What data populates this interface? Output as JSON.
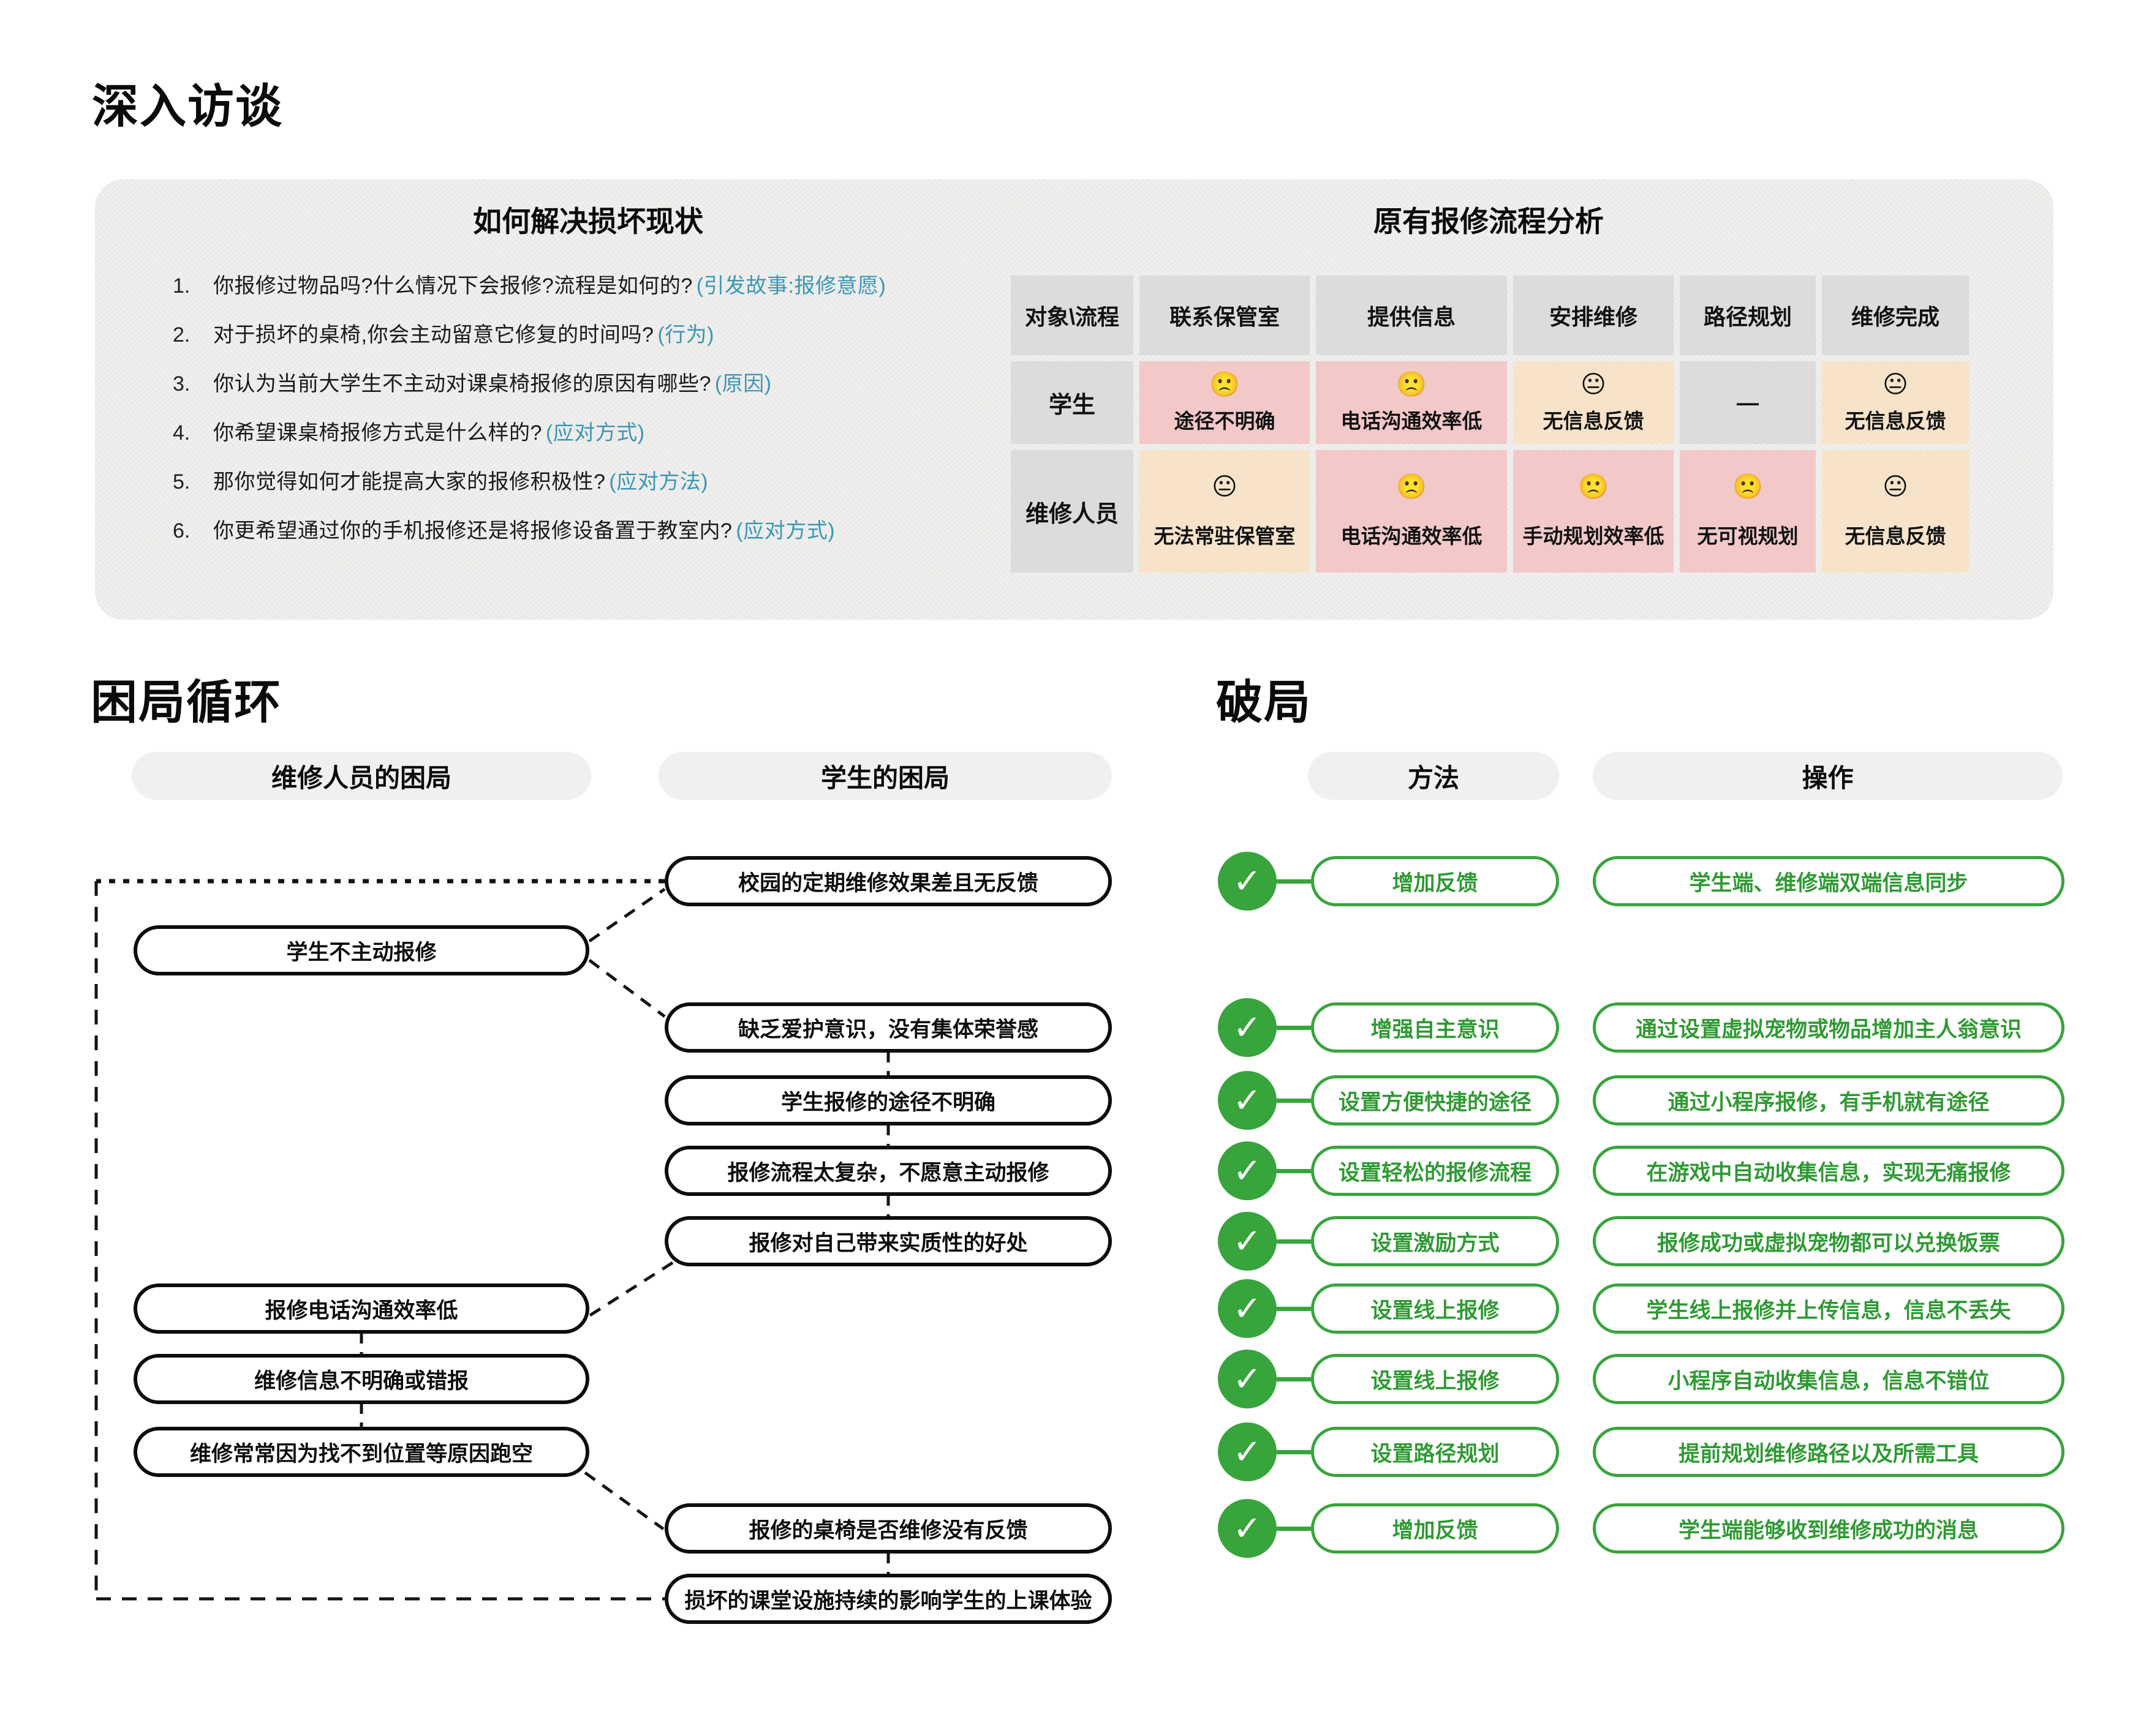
{
  "titles": {
    "interview": "深入访谈",
    "dilemma": "困局循环",
    "solution": "破局"
  },
  "interview": {
    "title": "如何解决损坏现状",
    "questions": [
      {
        "num": "1.",
        "text": "你报修过物品吗?什么情况下会报修?流程是如何的?",
        "tag": "(引发故事:报修意愿)"
      },
      {
        "num": "2.",
        "text": "对于损坏的桌椅,你会主动留意它修复的时间吗?",
        "tag": "(行为)"
      },
      {
        "num": "3.",
        "text": "你认为当前大学生不主动对课桌椅报修的原因有哪些?",
        "tag": "(原因)"
      },
      {
        "num": "4.",
        "text": "你希望课桌椅报修方式是什么样的?",
        "tag": "(应对方式)"
      },
      {
        "num": "5.",
        "text": "那你觉得如何才能提高大家的报修积极性?",
        "tag": "(应对方法)"
      },
      {
        "num": "6.",
        "text": "你更希望通过你的手机报修还是将报修设备置于教室内?",
        "tag": "(应对方式)"
      }
    ]
  },
  "process_table": {
    "title": "原有报修流程分析",
    "headers": [
      "对象\\流程",
      "联系保管室",
      "提供信息",
      "安排维修",
      "路径规划",
      "维修完成"
    ],
    "rows": [
      {
        "label": "学生",
        "cells": [
          {
            "emoji": "🙁",
            "text": "途径不明确",
            "tone": "bad"
          },
          {
            "emoji": "🙁",
            "text": "电话沟通效率低",
            "tone": "bad"
          },
          {
            "emoji": "😐",
            "text": "无信息反馈",
            "tone": "mid"
          },
          {
            "emoji": "",
            "text": "—",
            "tone": "none"
          },
          {
            "emoji": "😐",
            "text": "无信息反馈",
            "tone": "mid"
          }
        ]
      },
      {
        "label": "维修人员",
        "cells": [
          {
            "emoji": "😐",
            "text": "无法常驻保管室",
            "tone": "mid"
          },
          {
            "emoji": "🙁",
            "text": "电话沟通效率低",
            "tone": "bad"
          },
          {
            "emoji": "🙁",
            "text": "手动规划效率低",
            "tone": "bad"
          },
          {
            "emoji": "🙁",
            "text": "无可视规划",
            "tone": "bad"
          },
          {
            "emoji": "😐",
            "text": "无信息反馈",
            "tone": "mid"
          }
        ]
      }
    ]
  },
  "dilemma": {
    "col1_header": "维修人员的困局",
    "col2_header": "学生的困局",
    "boxes": [
      {
        "text": "校园的定期维修效果差且无反馈"
      },
      {
        "text": "学生不主动报修"
      },
      {
        "text": "缺乏爱护意识，没有集体荣誉感"
      },
      {
        "text": "学生报修的途径不明确"
      },
      {
        "text": "报修流程太复杂，不愿意主动报修"
      },
      {
        "text": "报修对自己带来实质性的好处"
      },
      {
        "text": "报修电话沟通效率低"
      },
      {
        "text": "维修信息不明确或错报"
      },
      {
        "text": "维修常常因为找不到位置等原因跑空"
      },
      {
        "text": "报修的桌椅是否维修没有反馈"
      },
      {
        "text": "损坏的课堂设施持续的影响学生的上课体验"
      }
    ]
  },
  "solution": {
    "col1_header": "方法",
    "col2_header": "操作",
    "check_glyph": "✓",
    "rows": [
      {
        "method": "增加反馈",
        "action": "学生端、维修端双端信息同步"
      },
      {
        "method": "增强自主意识",
        "action": "通过设置虚拟宠物或物品增加主人翁意识"
      },
      {
        "method": "设置方便快捷的途径",
        "action": "通过小程序报修，有手机就有途径"
      },
      {
        "method": "设置轻松的报修流程",
        "action": "在游戏中自动收集信息，实现无痛报修"
      },
      {
        "method": "设置激励方式",
        "action": "报修成功或虚拟宠物都可以兑换饭票"
      },
      {
        "method": "设置线上报修",
        "action": "学生线上报修并上传信息，信息不丢失"
      },
      {
        "method": "设置线上报修",
        "action": "小程序自动收集信息，信息不错位"
      },
      {
        "method": "设置路径规划",
        "action": "提前规划维修路径以及所需工具"
      },
      {
        "method": "增加反馈",
        "action": "学生端能够收到维修成功的消息"
      }
    ]
  },
  "colors": {
    "accent_green": "#38a43c",
    "annotation_blue": "#3a97b6",
    "cell_pink": "#f2c8c8",
    "cell_peach": "#f6e3c9",
    "cell_gray": "#dcdcdc",
    "pill_gray": "#f0f0f1"
  }
}
